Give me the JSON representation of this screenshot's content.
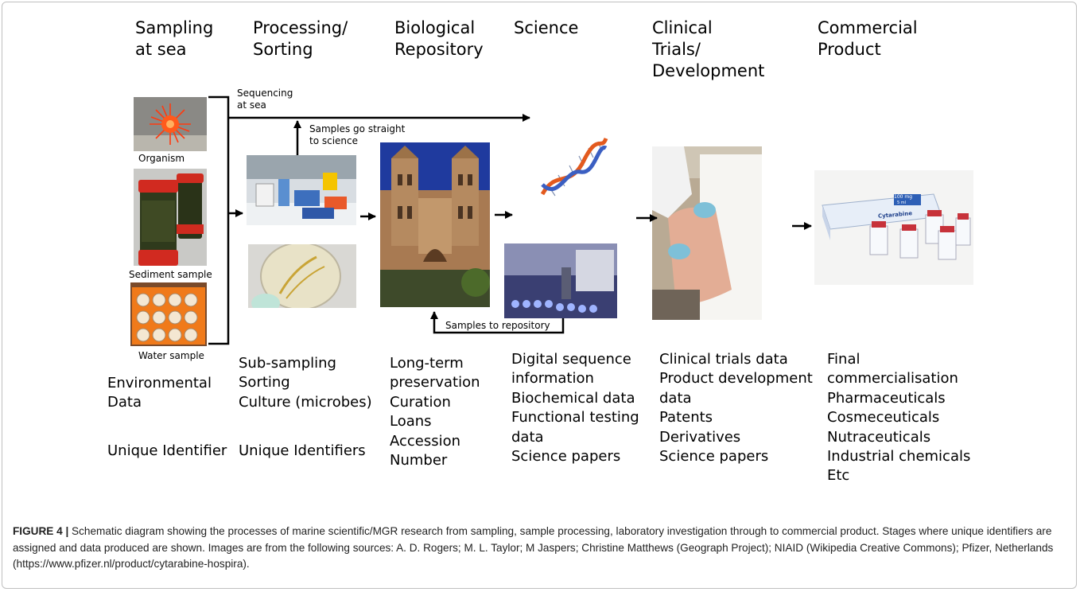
{
  "stages": [
    {
      "id": "sampling",
      "title": "Sampling\nat sea"
    },
    {
      "id": "processing",
      "title": "Processing/\nSorting"
    },
    {
      "id": "repository",
      "title": "Biological\nRepository"
    },
    {
      "id": "science",
      "title": "Science"
    },
    {
      "id": "clinical",
      "title": "Clinical\nTrials/\nDevelopment"
    },
    {
      "id": "commercial",
      "title": "Commercial\nProduct"
    }
  ],
  "image_labels": {
    "organism": "Organism",
    "sediment": "Sediment sample",
    "water": "Water sample"
  },
  "flow_labels": {
    "sequencing": "Sequencing\nat sea",
    "straight": "Samples go straight\nto science",
    "to_repository": "Samples to repository"
  },
  "descriptions": {
    "sampling_data": "Environmental\nData",
    "sampling_id": "Unique Identifier",
    "processing": "Sub-sampling\nSorting\nCulture (microbes)",
    "processing_id": "Unique Identifiers",
    "repository": "Long-term\npreservation\nCuration\nLoans\nAccession\nNumber",
    "science": "Digital sequence\ninformation\nBiochemical data\nFunctional testing\ndata\nScience papers",
    "clinical": "Clinical trials data\nProduct development\ndata\nPatents\nDerivatives\nScience papers",
    "commercial": "Final\ncommercialisation\nPharmaceuticals\nCosmeceuticals\nNutraceuticals\nIndustrial chemicals\nEtc"
  },
  "product_box": {
    "brand": "Cytarabine",
    "dose": "100 mg",
    "volume": "5 ml"
  },
  "caption": {
    "label": "FIGURE 4 |",
    "text": " Schematic diagram showing the processes of marine scientific/MGR research from sampling, sample processing, laboratory investigation through to commercial product. Stages where unique identifiers are assigned and data produced are shown. Images are from the following sources: A. D. Rogers; M. L. Taylor; M Jaspers; Christine Matthews (Geograph Project); NIAID (Wikipedia Creative Commons); Pfizer, Netherlands (https://www.pfizer.nl/product/cytarabine-hospira)."
  }
}
